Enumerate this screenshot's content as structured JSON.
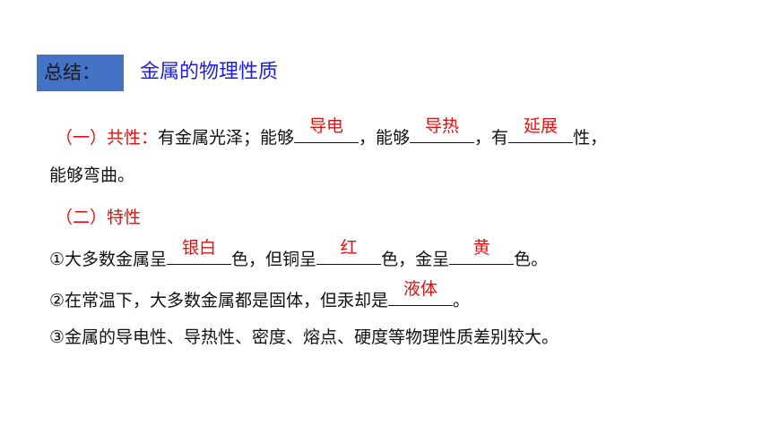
{
  "header": {
    "label": "总结：",
    "title": "金属的物理性质"
  },
  "section1": {
    "heading": "（一）共性：",
    "t1": "有金属光泽；能够",
    "a1": "导电",
    "t2": "，能够",
    "a2": "导热",
    "t3": "，有",
    "a3": "延展",
    "t4": "性，",
    "line2": "能够弯曲。"
  },
  "section2": {
    "heading": "（二）特性",
    "item1": {
      "t1": "①大多数金属呈",
      "a1": "银白",
      "t2": "色，但铜呈",
      "a2": "红",
      "t3": "色，金呈",
      "a3": "黄",
      "t4": "色。"
    },
    "item2": {
      "t1": "②在常温下，大多数金属都是固体，但汞却是",
      "a1": "液体",
      "t2": "。"
    },
    "item3": "③金属的导电性、导热性、密度、熔点、硬度等物理性质差别较大。"
  },
  "colors": {
    "title_box": "#4472c4",
    "title_text": "#1f1fdc",
    "accent_red": "#e01010"
  }
}
